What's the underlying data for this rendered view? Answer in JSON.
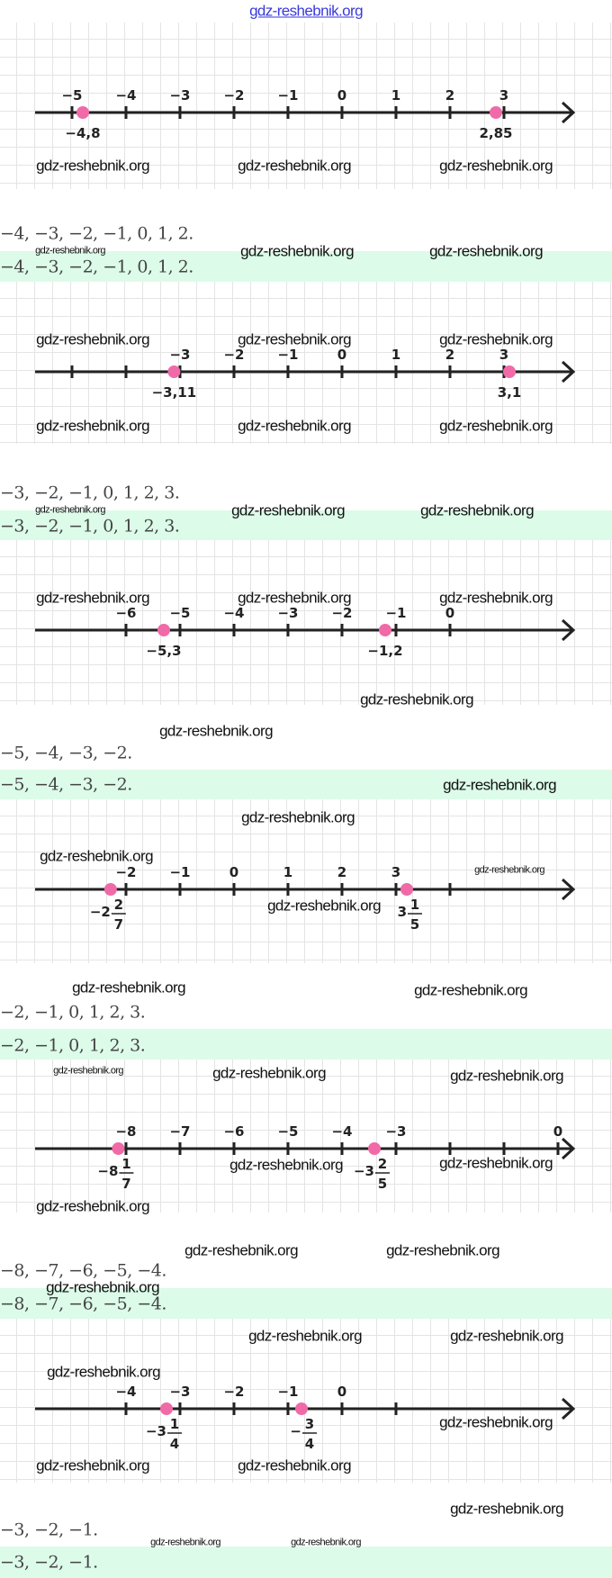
{
  "watermark": "gdz-reshebnik.org",
  "colors": {
    "point": "#f06aa8",
    "axis": "#222222",
    "answer_band": "#dcfbe9"
  },
  "number_lines": [
    {
      "slot0_value": -5,
      "tick_slots": [
        0,
        1,
        2,
        3,
        4,
        5,
        6,
        7,
        8
      ],
      "tick_labels": [
        "−5",
        "−4",
        "−3",
        "−2",
        "−1",
        "0",
        "1",
        "2",
        "3"
      ],
      "points": [
        {
          "value": -4.8,
          "label": "−4,8"
        },
        {
          "value": 2.85,
          "label": "2,85"
        }
      ]
    },
    {
      "slot0_value": -5,
      "tick_slots": [
        0,
        1,
        2,
        3,
        4,
        5,
        6,
        7,
        8
      ],
      "tick_labels": [
        "",
        "",
        "−3",
        "−2",
        "−1",
        "0",
        "1",
        "2",
        "3"
      ],
      "points": [
        {
          "value": -3.11,
          "label": "−3,11"
        },
        {
          "value": 3.1,
          "label": "3,1"
        }
      ]
    },
    {
      "slot0_value": -7,
      "tick_slots": [
        1,
        2,
        3,
        4,
        5,
        6,
        7
      ],
      "tick_labels": [
        "−6",
        "−5",
        "−4",
        "−3",
        "−2",
        "−1",
        "0"
      ],
      "points": [
        {
          "value": -5.3,
          "label": "−5,3"
        },
        {
          "value": -1.2,
          "label": "−1,2"
        }
      ]
    },
    {
      "slot0_value": -3,
      "tick_slots": [
        1,
        2,
        3,
        4,
        5,
        6,
        7
      ],
      "tick_labels": [
        "−2",
        "−1",
        "0",
        "1",
        "2",
        "3",
        ""
      ],
      "points": [
        {
          "value": -2.2857,
          "sign": "−",
          "whole": "2",
          "num": "2",
          "den": "7"
        },
        {
          "value": 3.2,
          "sign": "",
          "whole": "3",
          "num": "1",
          "den": "5"
        }
      ]
    },
    {
      "slot0_value": -9,
      "tick_slots": [
        1,
        2,
        3,
        4,
        5,
        6,
        7,
        8,
        9
      ],
      "tick_labels": [
        "−8",
        "−7",
        "−6",
        "−5",
        "−4",
        "−3",
        "",
        "",
        "0"
      ],
      "points": [
        {
          "value": -8.1429,
          "sign": "−",
          "whole": "8",
          "num": "1",
          "den": "7"
        },
        {
          "value": -3.4,
          "sign": "−",
          "whole": "3",
          "num": "2",
          "den": "5"
        }
      ]
    },
    {
      "slot0_value": -5,
      "tick_slots": [
        1,
        2,
        3,
        4,
        5,
        6
      ],
      "tick_labels": [
        "−4",
        "−3",
        "−2",
        "−1",
        "0",
        ""
      ],
      "points": [
        {
          "value": -3.25,
          "sign": "−",
          "whole": "3",
          "num": "1",
          "den": "4"
        },
        {
          "value": -0.75,
          "sign": "−",
          "whole": "",
          "num": "3",
          "den": "4"
        }
      ]
    }
  ],
  "answers": [
    "−4, −3, −2, −1,  0,  1,  2.",
    "−3, −2, −1,  0,  1,  2,  3.",
    "−5, −4, −3, −2.",
    "−2, −1,  0,  1,  2,  3.",
    "−8, −7,  −6, −5,  −4.",
    "−3, −2,  −1."
  ]
}
